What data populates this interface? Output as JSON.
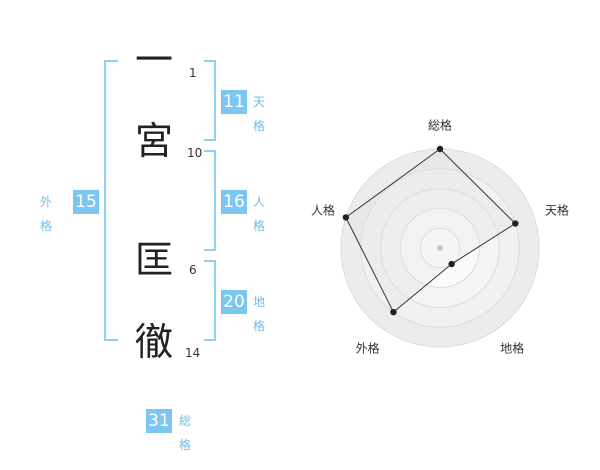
{
  "name_chars": [
    {
      "char": "一",
      "strokes": "1"
    },
    {
      "char": "宮",
      "strokes": "10"
    },
    {
      "char": "匡",
      "strokes": "6"
    },
    {
      "char": "徹",
      "strokes": "14"
    }
  ],
  "fortunes": {
    "tenkaku": {
      "value": "11",
      "label": "天格"
    },
    "jinkaku": {
      "value": "16",
      "label": "人格"
    },
    "chikaku": {
      "value": "20",
      "label": "地格"
    },
    "gaikaku": {
      "value": "15",
      "label": "外格"
    },
    "soukaku": {
      "value": "31",
      "label": "総格"
    }
  },
  "colors": {
    "accent": "#7cc7f2",
    "bracket": "#8ed0f3",
    "label": "#6fbde9"
  },
  "chart_data": {
    "type": "radar",
    "axes": [
      "総格",
      "天格",
      "地格",
      "外格",
      "人格"
    ],
    "values": [
      5,
      4,
      1,
      4,
      5
    ],
    "range": [
      0,
      5
    ],
    "grid_levels": 5,
    "legend": "none"
  }
}
